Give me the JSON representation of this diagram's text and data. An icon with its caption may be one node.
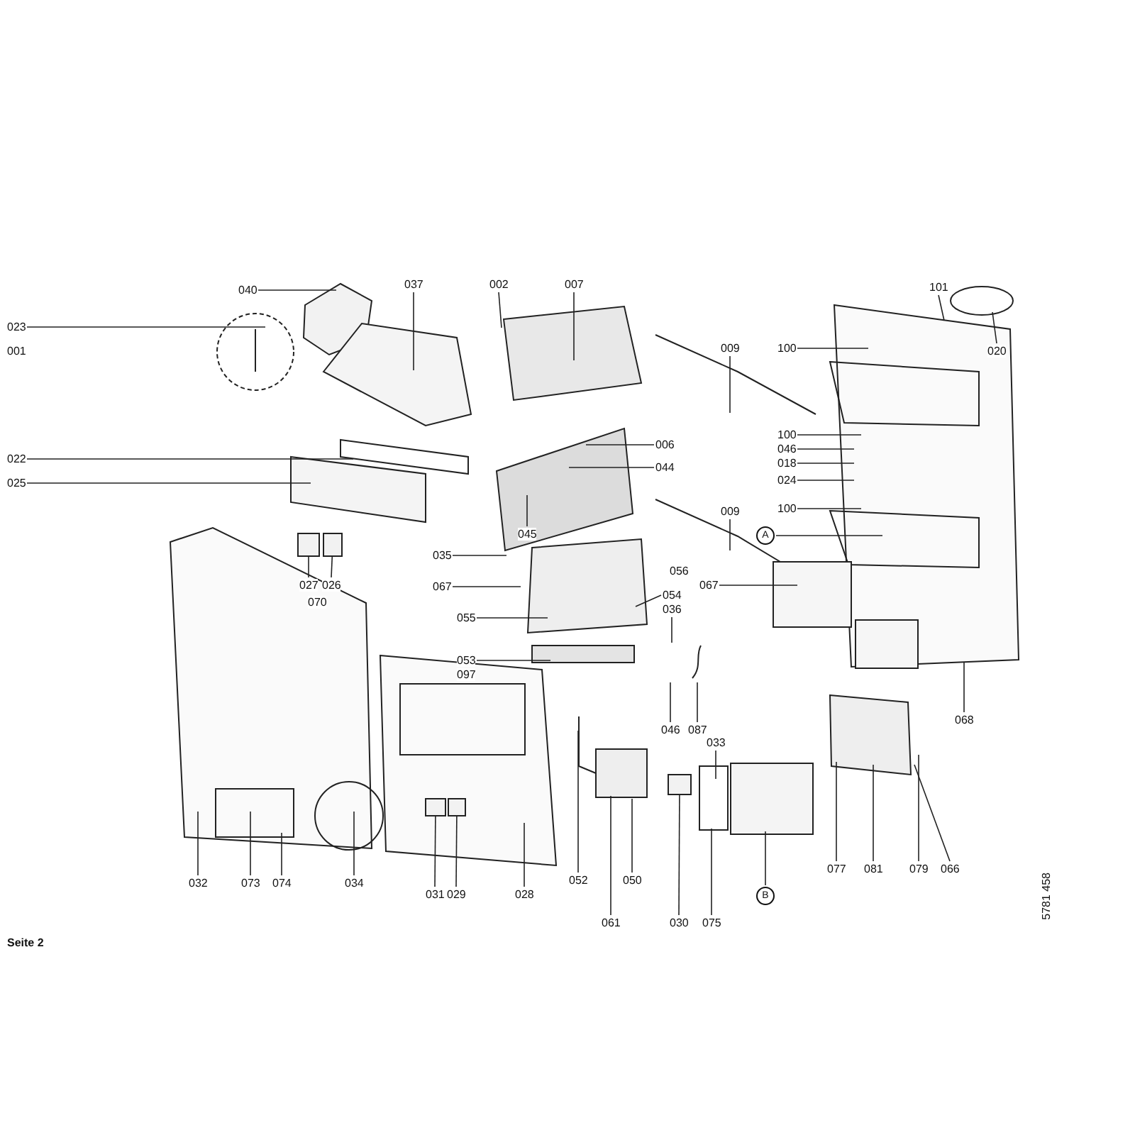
{
  "diagram": {
    "nodes": [
      {
        "text": [
          "040"
        ]
      },
      {
        "text": [
          "037"
        ]
      },
      {
        "text": [
          "002"
        ]
      },
      {
        "text": [
          "007"
        ]
      },
      {
        "text": [
          "101"
        ]
      },
      {
        "text": [
          "023"
        ]
      },
      {
        "text": [
          "009"
        ]
      },
      {
        "text": [
          "100"
        ]
      },
      {
        "text": [
          "020"
        ]
      },
      {
        "text": [
          "022"
        ]
      },
      {
        "text": [
          "006"
        ]
      },
      {
        "text": [
          "100"
        ]
      },
      {
        "text": [
          "046"
        ]
      },
      {
        "text": [
          "044"
        ]
      },
      {
        "text": [
          "018"
        ]
      },
      {
        "text": [
          "025"
        ]
      },
      {
        "text": [
          "024"
        ]
      },
      {
        "text": [
          "100"
        ]
      },
      {
        "text": [
          "009"
        ]
      },
      {
        "text": [
          "A"
        ]
      },
      {
        "text": [
          "045"
        ]
      },
      {
        "text": [
          "035"
        ]
      },
      {
        "text": [
          "027"
        ]
      },
      {
        "text": [
          "026"
        ]
      },
      {
        "text": [
          "067"
        ]
      },
      {
        "text": [
          "067"
        ]
      },
      {
        "text": [
          "054"
        ]
      },
      {
        "text": [
          "036"
        ]
      },
      {
        "text": [
          "055"
        ]
      },
      {
        "text": [
          "053"
        ]
      },
      {
        "text": [
          "068"
        ]
      },
      {
        "text": [
          "046"
        ]
      },
      {
        "text": [
          "087"
        ]
      },
      {
        "text": [
          "033"
        ]
      },
      {
        "text": [
          "052"
        ]
      },
      {
        "text": [
          "050"
        ]
      },
      {
        "text": [
          "077"
        ]
      },
      {
        "text": [
          "081"
        ]
      },
      {
        "text": [
          "079"
        ]
      },
      {
        "text": [
          "066"
        ]
      },
      {
        "text": [
          "032"
        ]
      },
      {
        "text": [
          "073"
        ]
      },
      {
        "text": [
          "074"
        ]
      },
      {
        "text": [
          "034"
        ]
      },
      {
        "text": [
          "B"
        ]
      },
      {
        "text": [
          "031"
        ]
      },
      {
        "text": [
          "029"
        ]
      },
      {
        "text": [
          "028"
        ]
      },
      {
        "text": [
          "061"
        ]
      },
      {
        "text": [
          "030"
        ]
      },
      {
        "text": [
          "075"
        ]
      },
      {
        "text": [],
        "shape": "box"
      },
      {
        "text": [],
        "shape": "box"
      },
      {
        "text": [],
        "shape": "box"
      },
      {
        "text": [],
        "shape": "box"
      },
      {
        "text": [],
        "shape": "box"
      }
    ],
    "edges": [
      {
        "from": 0,
        "to": null,
        "arrow": "none"
      },
      {
        "from": 1,
        "to": null,
        "arrow": "none"
      },
      {
        "from": 2,
        "to": null,
        "arrow": "none"
      },
      {
        "from": 3,
        "to": null,
        "arrow": "none"
      },
      {
        "from": 4,
        "to": null,
        "arrow": "none"
      },
      {
        "from": 5,
        "to": null,
        "arrow": "none"
      },
      {
        "from": 6,
        "to": null,
        "arrow": "none"
      },
      {
        "from": 7,
        "to": null,
        "arrow": "none"
      },
      {
        "from": 8,
        "to": null,
        "arrow": "none"
      },
      {
        "from": 9,
        "to": null,
        "arrow": "none"
      },
      {
        "from": 10,
        "to": null,
        "arrow": "none"
      },
      {
        "from": 11,
        "to": null,
        "arrow": "none"
      },
      {
        "from": 12,
        "to": null,
        "arrow": "none"
      },
      {
        "from": 13,
        "to": null,
        "arrow": "none"
      },
      {
        "from": 14,
        "to": null,
        "arrow": "none"
      },
      {
        "from": 15,
        "to": null,
        "arrow": "none"
      },
      {
        "from": 16,
        "to": null,
        "arrow": "none"
      },
      {
        "from": 17,
        "to": null,
        "arrow": "none"
      },
      {
        "from": 18,
        "to": null,
        "arrow": "none"
      },
      {
        "from": 19,
        "to": null,
        "arrow": "none"
      },
      {
        "from": 20,
        "to": null,
        "arrow": "none"
      },
      {
        "from": 21,
        "to": null,
        "arrow": "none"
      },
      {
        "from": 22,
        "to": 51,
        "arrow": "none"
      },
      {
        "from": 23,
        "to": 52,
        "arrow": "none"
      },
      {
        "from": 24,
        "to": null,
        "arrow": "none"
      },
      {
        "from": 25,
        "to": null,
        "arrow": "none"
      },
      {
        "from": 26,
        "to": null,
        "arrow": "none"
      },
      {
        "from": 27,
        "to": null,
        "arrow": "none"
      },
      {
        "from": 28,
        "to": null,
        "arrow": "none"
      },
      {
        "from": 29,
        "to": null,
        "arrow": "none"
      },
      {
        "from": 30,
        "to": null,
        "arrow": "none"
      },
      {
        "from": 31,
        "to": null,
        "arrow": "none"
      },
      {
        "from": 32,
        "to": null,
        "arrow": "none"
      },
      {
        "from": 33,
        "to": null,
        "arrow": "none"
      },
      {
        "from": 34,
        "to": null,
        "arrow": "none"
      },
      {
        "from": 35,
        "to": null,
        "arrow": "none"
      },
      {
        "from": 36,
        "to": null,
        "arrow": "none"
      },
      {
        "from": 37,
        "to": null,
        "arrow": "none"
      },
      {
        "from": 38,
        "to": null,
        "arrow": "none"
      },
      {
        "from": 39,
        "to": null,
        "arrow": "none"
      },
      {
        "from": 40,
        "to": null,
        "arrow": "none"
      },
      {
        "from": 41,
        "to": null,
        "arrow": "none"
      },
      {
        "from": 42,
        "to": null,
        "arrow": "none"
      },
      {
        "from": 43,
        "to": null,
        "arrow": "none"
      },
      {
        "from": 44,
        "to": null,
        "arrow": "none"
      },
      {
        "from": 45,
        "to": 53,
        "arrow": "none"
      },
      {
        "from": 46,
        "to": 54,
        "arrow": "none"
      },
      {
        "from": 47,
        "to": null,
        "arrow": "none"
      },
      {
        "from": 48,
        "to": null,
        "arrow": "none"
      },
      {
        "from": 49,
        "to": 55,
        "arrow": "none"
      },
      {
        "from": 50,
        "to": null,
        "arrow": "none"
      }
    ],
    "labels": [
      "001",
      "070",
      "056",
      "097",
      "Seite 2",
      "5781 458"
    ]
  }
}
